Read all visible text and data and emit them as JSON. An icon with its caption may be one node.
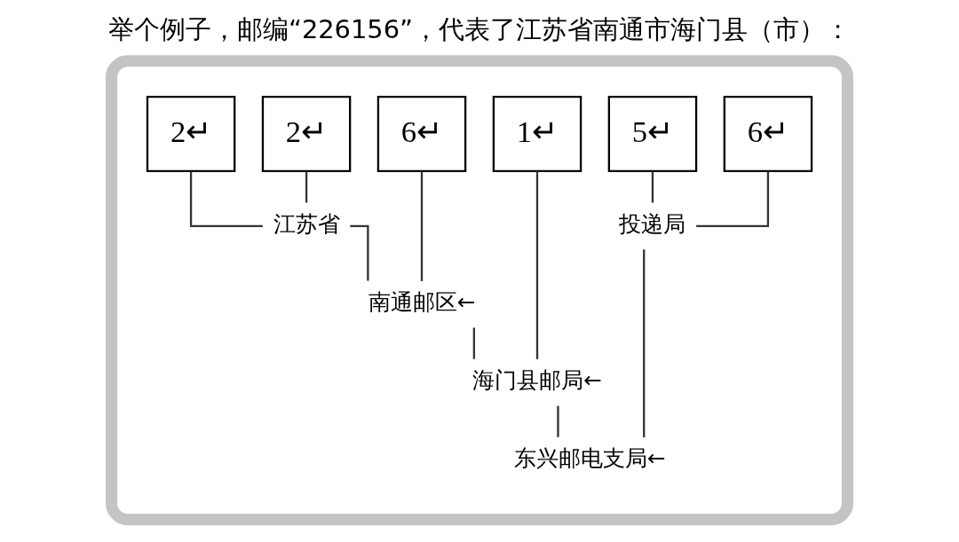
{
  "diagram": {
    "title": "举个例子，邮编“226156”，代表了江苏省南通市海门县（市）：",
    "nodes": [
      {
        "text": [],
        "shape": "box"
      },
      {
        "text": [
          "2↵"
        ],
        "in": 0
      },
      {
        "text": [
          "2↵"
        ],
        "in": 0
      },
      {
        "text": [
          "6↵"
        ],
        "in": 0
      },
      {
        "text": [
          "1↵"
        ],
        "in": 0
      },
      {
        "text": [
          "5↵"
        ],
        "in": 0
      },
      {
        "text": [
          "6↵"
        ],
        "in": 0
      },
      {
        "text": [
          "江苏省"
        ],
        "in": 0
      },
      {
        "text": [
          "投递局"
        ],
        "in": 0
      },
      {
        "text": [
          "南通邮区←"
        ],
        "in": 0
      },
      {
        "text": [
          "海门县邮局←"
        ],
        "in": 0
      },
      {
        "text": [
          "东兴邮电支局←"
        ],
        "in": 0
      }
    ],
    "edges": [
      {
        "from": 1,
        "to": 7,
        "arrow": "none"
      },
      {
        "from": 2,
        "to": 7,
        "arrow": "none"
      },
      {
        "from": 7,
        "to": 9,
        "arrow": "none"
      },
      {
        "from": 3,
        "to": 9,
        "arrow": "none"
      },
      {
        "from": 9,
        "to": 10,
        "arrow": "none"
      },
      {
        "from": 4,
        "to": 10,
        "arrow": "none"
      },
      {
        "from": 5,
        "to": 8,
        "arrow": "none"
      },
      {
        "from": 6,
        "to": 8,
        "arrow": "none"
      },
      {
        "from": 10,
        "to": 11,
        "arrow": "none"
      },
      {
        "from": 8,
        "to": 11,
        "arrow": "none"
      }
    ]
  }
}
